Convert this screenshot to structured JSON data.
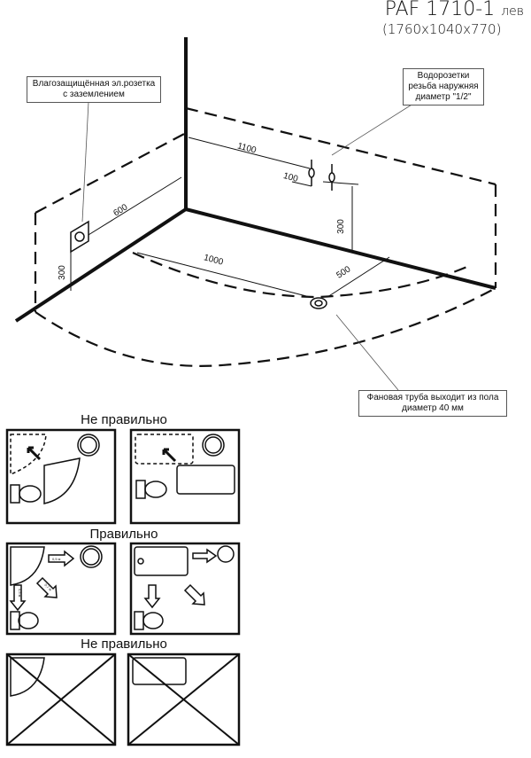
{
  "header": {
    "model": "PAF 1710-1",
    "side": "лев",
    "dimensions": "(1760x1040x770)"
  },
  "callouts": {
    "socket": [
      "Влагозащищённая эл.розетка",
      "с заземлением"
    ],
    "water": [
      "Водорозетки",
      "резьба наружняя",
      "диаметр \"1/2\""
    ],
    "drain": [
      "Фановая труба выходит из пола",
      "диаметр 40 мм"
    ]
  },
  "dimensions": {
    "d1100": "1100",
    "d100": "100",
    "d300_right": "300",
    "d600": "600",
    "d300_left": "300",
    "d1000": "1000",
    "d500": "500"
  },
  "plans": {
    "wrong_1": "Не правильно",
    "correct": "Правильно",
    "wrong_2": "Не правильно",
    "arrow_labels": [
      "0,5 м",
      "0,7 м",
      "0,5 м"
    ]
  }
}
